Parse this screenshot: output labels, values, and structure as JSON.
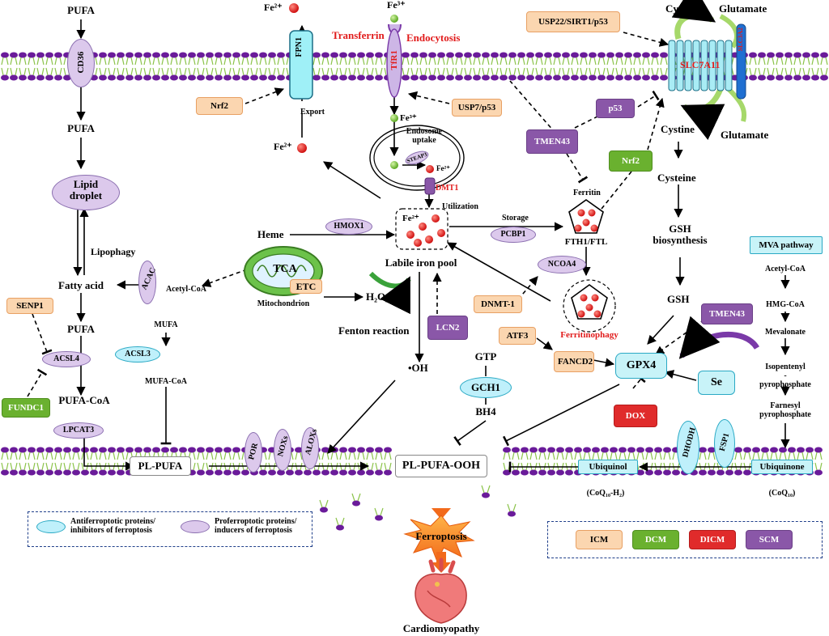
{
  "labels": {
    "pufa_top": "PUFA",
    "cd36": "CD36",
    "pufa_mid": "PUFA",
    "lipid_droplet": "Lipid\ndroplet",
    "lipophagy": "Lipophagy",
    "fatty_acid": "Fatty acid",
    "acac": "ACAC",
    "acetyl_coa_left": "Acetyl-CoA",
    "senp1": "SENP1",
    "pufa_low": "PUFA",
    "acsl4": "ACSL4",
    "fundc1": "FUNDC1",
    "pufa_coa": "PUFA-CoA",
    "lpcat3": "LPCAT3",
    "mufa": "MUFA",
    "acsl3": "ACSL3",
    "mufa_coa": "MUFA-CoA",
    "pl_pufa": "PL-PUFA",
    "por": "POR",
    "noxs": "NOXs",
    "aloxs": "ALOXs",
    "fe2_top": "Fe²⁺",
    "fpn1": "FPN1",
    "export": "Export",
    "nrf2_left": "Nrf2",
    "fe2_left": "Fe²⁺",
    "fe3_top": "Fe³⁺",
    "transferrin": "Transferrin",
    "endocytosis": "Endocytosis",
    "tfr1": "TfR1",
    "usp7": "USP7/p53",
    "fe3_endo": "Fe³⁺",
    "endosome_uptake": "Endosome\nuptake",
    "steap3": "STEAP3",
    "fe2_endo": "Fe²⁺",
    "dmt1": "DMT1",
    "utilization": "Utilization",
    "heme": "Heme",
    "hmox1": "HMOX1",
    "lip_fe2": "Fe²⁺",
    "labile_iron_pool": "Labile iron pool",
    "tca": "TCA",
    "etc": "ETC",
    "mitochondrion": "Mitochondrion",
    "h2o2": "H₂O₂",
    "fenton": "Fenton reaction",
    "lcn2": "LCN2",
    "oh": "•OH",
    "storage": "Storage",
    "pcbp1": "PCBP1",
    "ferritin": "Ferritin",
    "fth1": "FTH1/FTL",
    "ncoa4": "NCOA4",
    "dnmt1": "DNMT-1",
    "ferritinophagy": "Ferritinophagy",
    "tmen43_left": "TMEN43",
    "p53": "p53",
    "nrf2_right": "Nrf2",
    "usp22": "USP22/SIRT1/p53",
    "cystine_top": "Cystine",
    "glutamate_top": "Glutamate",
    "slc7a11": "SLC7A11",
    "slc3a2": "SLC3A2",
    "cystine_mid": "Cystine",
    "glutamate_mid": "Glutamate",
    "cysteine": "Cysteine",
    "gsh_bio": "GSH\nbiosynthesis",
    "gsh": "GSH",
    "tmen43_right": "TMEN43",
    "gpx4": "GPX4",
    "se": "Se",
    "atf3": "ATF3",
    "fancd2": "FANCD2",
    "dox": "DOX",
    "gtp": "GTP",
    "gch1": "GCH1",
    "bh4": "BH4",
    "pl_pufa_ooh": "PL-PUFA-OOH",
    "mva": "MVA pathway",
    "acetyl_coa_right": "Acetyl-CoA",
    "hmg_coa": "HMG-CoA",
    "mevalonate": "Mevalonate",
    "isopentenyl": "Isopentenyl\n-pyrophosphate",
    "farnesyl": "Farnesyl\npyrophosphate",
    "dhodh": "DHODH",
    "fsp1": "FSP1",
    "ubiquinol": "Ubiquinol",
    "ubiquinone": "Ubiquinone",
    "coq10h2": "(CoQ₁₀-H₂)",
    "coq10": "(CoQ₁₀)",
    "ferroptosis": "Ferroptosis",
    "cardiomyopathy": "Cardiomyopathy"
  },
  "legend": {
    "anti": "Antiferroptotic proteins/\ninhibitors of ferroptosis",
    "pro": "Proferroptotic proteins/\ninducers of ferroptosis",
    "icm": "ICM",
    "dcm": "DCM",
    "dicm": "DICM",
    "scm": "SCM"
  },
  "colors": {
    "membrane_head": "#6a1b9a",
    "membrane_tail": "#8bc34a",
    "iron": "#e52020",
    "fe3": "#7cc242",
    "icm": "#fbd6b0",
    "dcm": "#6ab12f",
    "dicm": "#e02b2b",
    "scm": "#8a57a8"
  }
}
